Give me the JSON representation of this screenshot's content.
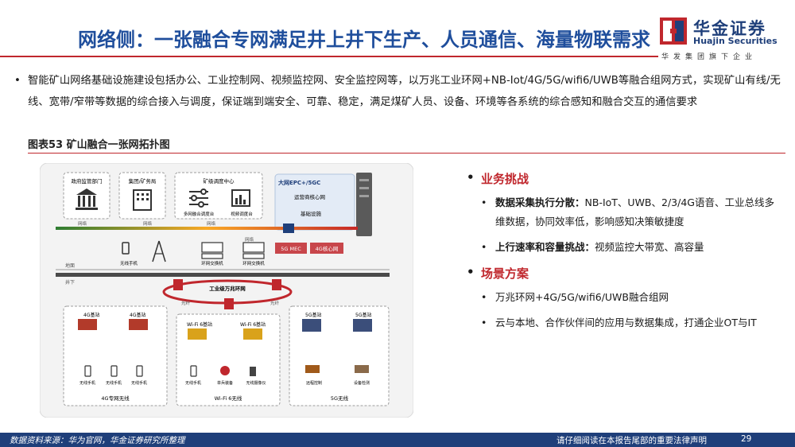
{
  "header": {
    "title": "网络侧：一张融合专网满足井上井下生产、人员通信、海量物联需求"
  },
  "logo": {
    "name_cn": "华金证券",
    "name_en": "Huajin Securities",
    "slogan": "华发集团旗下企业"
  },
  "intro": {
    "text": "智能矿山网络基础设施建设包括办公、工业控制网、视频监控网、安全监控网等，以万兆工业环网+NB-Iot/4G/5G/wifi6/UWB等融合组网方式，实现矿山有线/无线、宽带/窄带等数据的综合接入与调度，保证端到端安全、可靠、稳定，满足煤矿人员、设备、环境等各系统的综合感知和融合交互的通信要求"
  },
  "figure": {
    "caption": "图表53 矿山融合一张网拓扑图",
    "labels": {
      "gov": "政府监管部门",
      "group": "集团/矿务局",
      "dispatch": "矿级调度中心",
      "multi": "多网融合调度台",
      "video": "视频调度台",
      "epc": "大网EPC+/5GC",
      "core": "运营商核心网",
      "base": "基础设施",
      "net1": "网络",
      "net2": "网络",
      "net3": "网络",
      "net4": "网络",
      "mec": "5G MEC",
      "core4g": "4G核心网",
      "phone": "无线手机",
      "sw1": "环网交换机",
      "sw2": "环网交换机",
      "ground": "地面",
      "under": "井下",
      "ring": "工业级万兆环网",
      "fiber1": "光纤",
      "fiber2": "光纤",
      "fiber3": "光纤",
      "bs4a": "4G基站",
      "bs4b": "4G基站",
      "wifi_a": "Wi-Fi 6基站",
      "wifi_b": "Wi-Fi 6基站",
      "bs5a": "5G基站",
      "bs5b": "5G基站",
      "ph1": "无线手机",
      "ph2": "无线手机",
      "ph3": "无线手机",
      "ph4": "无线手机",
      "single": "单兵装备",
      "cam": "无线摄像仪",
      "remote": "远程控制",
      "detect": "设备检测",
      "zone4g": "4G专网无线",
      "zonewifi": "Wi-Fi 6无线",
      "zone5g": "5G无线"
    }
  },
  "right": {
    "section1": {
      "heading": "业务挑战",
      "items": [
        {
          "bold": "数据采集执行分散：",
          "text": "NB-IoT、UWB、2/3/4G语音、工业总线多维数据，协同效率低，影响感知决策敏捷度"
        },
        {
          "bold": "上行速率和容量挑战：",
          "text": "视频监控大带宽、高容量"
        }
      ]
    },
    "section2": {
      "heading": "场景方案",
      "items": [
        {
          "text": "万兆环网+4G/5G/wifi6/UWB融合组网"
        },
        {
          "text": "云与本地、合作伙伴间的应用与数据集成，打通企业OT与IT"
        }
      ]
    }
  },
  "footer": {
    "source": "数据资料来源：华为官网，华金证券研究所整理",
    "disclaimer": "请仔细阅读在本报告尾部的重要法律声明",
    "page": "29"
  }
}
